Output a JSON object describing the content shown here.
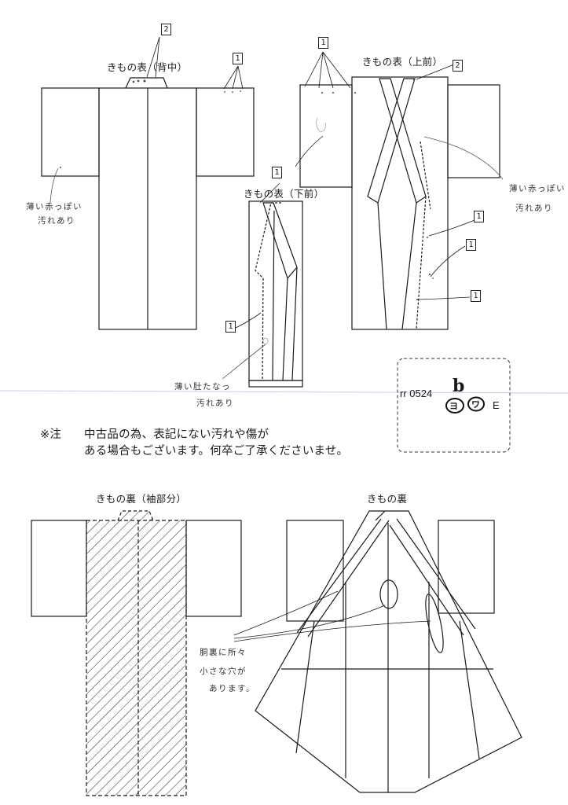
{
  "titles": {
    "back": "きもの表（背中）",
    "front_upper": "きもの表（上前）",
    "front_lower": "きもの表（下前）",
    "lining_sleeve": "きもの裏（袖部分）",
    "lining": "きもの裏"
  },
  "handwritten": {
    "stain_red_back_l1": "薄い赤っぽい",
    "stain_red_back_l2": "汚れあり",
    "stain_red_front_l1": "薄い赤っぽい",
    "stain_red_front_l2": "汚れあり",
    "stain_brown_l1": "薄い肚たなっ",
    "stain_brown_l2": "汚れあり",
    "holes_l1": "胴裏に所々",
    "holes_l2": "小さな穴が",
    "holes_l3": "あります。"
  },
  "markers": {
    "m1": "1",
    "m2": "2"
  },
  "notice": {
    "mark": "※注",
    "line1": "中古品の為、表記にない汚れや傷が",
    "line2": "ある場合もございます。何卒ご了承くださいませ。"
  },
  "product_code": {
    "prefix": "rr 0524",
    "suffix": "b",
    "circle1": "ヨ",
    "circle2": "ワ",
    "grade": "E"
  }
}
